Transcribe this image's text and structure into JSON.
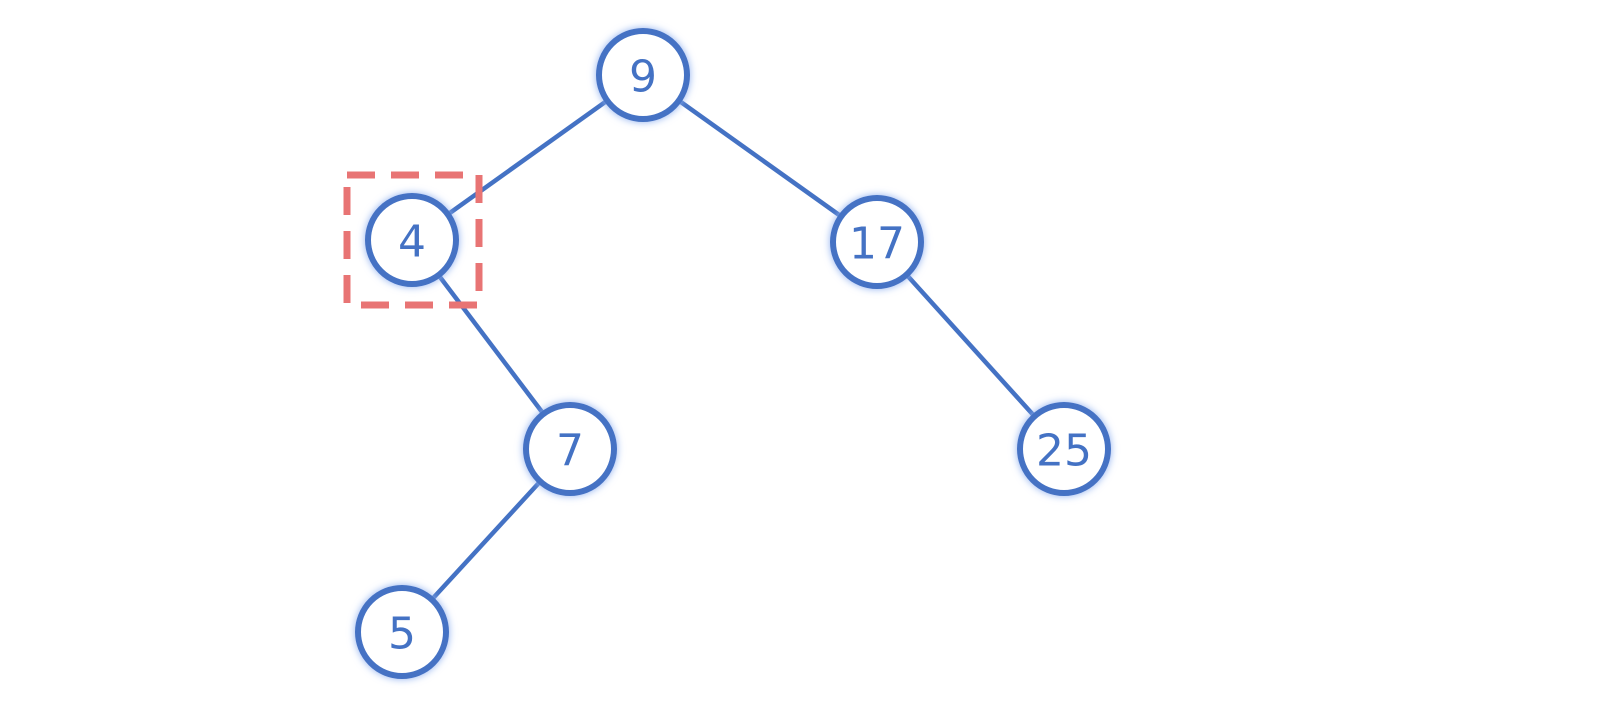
{
  "diagram": {
    "type": "binary-search-tree",
    "nodes": [
      {
        "id": "n9",
        "label": "9"
      },
      {
        "id": "n4",
        "label": "4"
      },
      {
        "id": "n17",
        "label": "17"
      },
      {
        "id": "n7",
        "label": "7"
      },
      {
        "id": "n25",
        "label": "25"
      },
      {
        "id": "n5",
        "label": "5"
      }
    ],
    "edges": [
      {
        "from": "n9",
        "to": "n4"
      },
      {
        "from": "n9",
        "to": "n17"
      },
      {
        "from": "n4",
        "to": "n7"
      },
      {
        "from": "n7",
        "to": "n5"
      },
      {
        "from": "n17",
        "to": "n25"
      }
    ],
    "highlighted_node": "n4",
    "colors": {
      "node": "#4472c4",
      "highlight": "#e87474"
    }
  }
}
